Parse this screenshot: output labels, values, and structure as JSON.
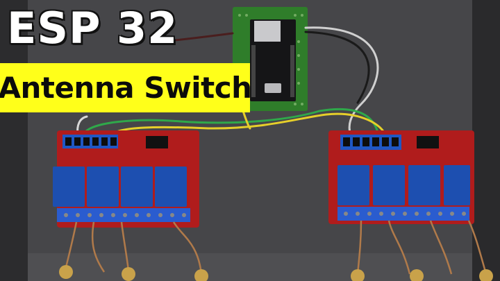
{
  "thumbnail": {
    "title": "ESP 32",
    "subtitle": "Antenna Switch",
    "subtitle_background": "#ffff1a"
  },
  "photo": {
    "left_relay_board": {
      "relay_count": 4,
      "board_color": "#b01c1c",
      "relay_color": "#1d4fb0"
    },
    "right_relay_board": {
      "relay_count": 4,
      "board_color": "#b01c1c",
      "relay_color": "#1d4fb0"
    },
    "controller": {
      "board_color": "#2f7d2a"
    }
  }
}
